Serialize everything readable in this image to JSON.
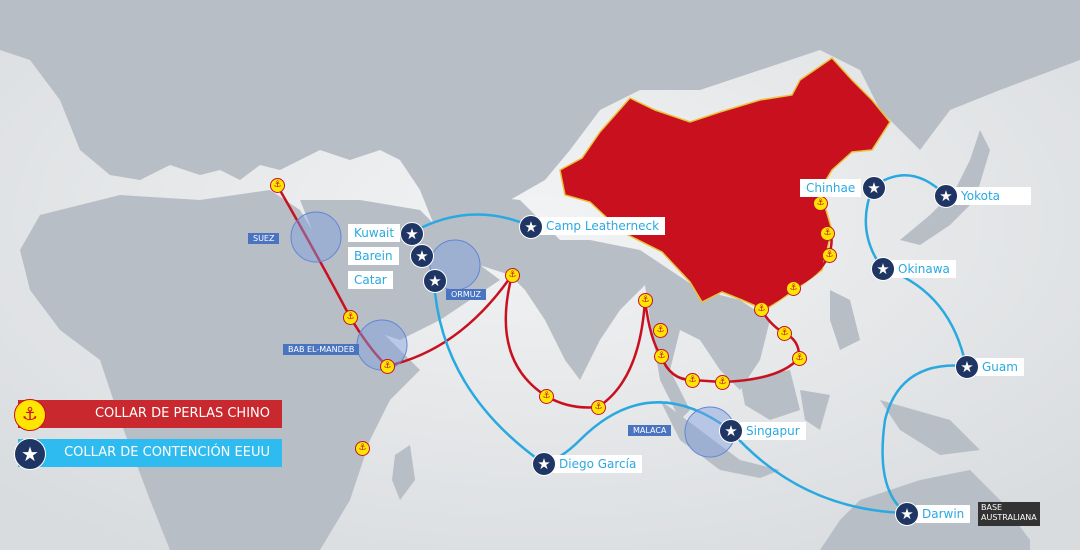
{
  "colors": {
    "china": "#c8101e",
    "us_route": "#2aa9e0",
    "china_route": "#c8101e",
    "land": "#b7bec6",
    "sea": "#e6e8ea"
  },
  "legend": [
    {
      "label": "COLLAR DE PERLAS CHINO",
      "icon": "anchor-icon",
      "color": "#c8282e"
    },
    {
      "label": "COLLAR DE CONTENCIÓN EEUU",
      "icon": "star-icon",
      "color": "#2ebbef"
    }
  ],
  "bases": {
    "kuwait": "Kuwait",
    "barein": "Barein",
    "catar": "Catar",
    "camp_leatherneck": "Camp Leatherneck",
    "diego_garcia": "Diego García",
    "singapur": "Singapur",
    "darwin": "Darwin",
    "guam": "Guam",
    "okinawa": "Okinawa",
    "chinhae": "Chinhae",
    "yokota": "Yokota"
  },
  "notes": {
    "darwin": "BASE AUSTRALIANA"
  },
  "chokepoints": {
    "suez": "SUEZ",
    "ormuz": "ORMUZ",
    "bab": "BAB EL-MANDEB",
    "malaca": "MALACA"
  },
  "glyphs": {
    "anchor": "⚓",
    "star": "★"
  }
}
